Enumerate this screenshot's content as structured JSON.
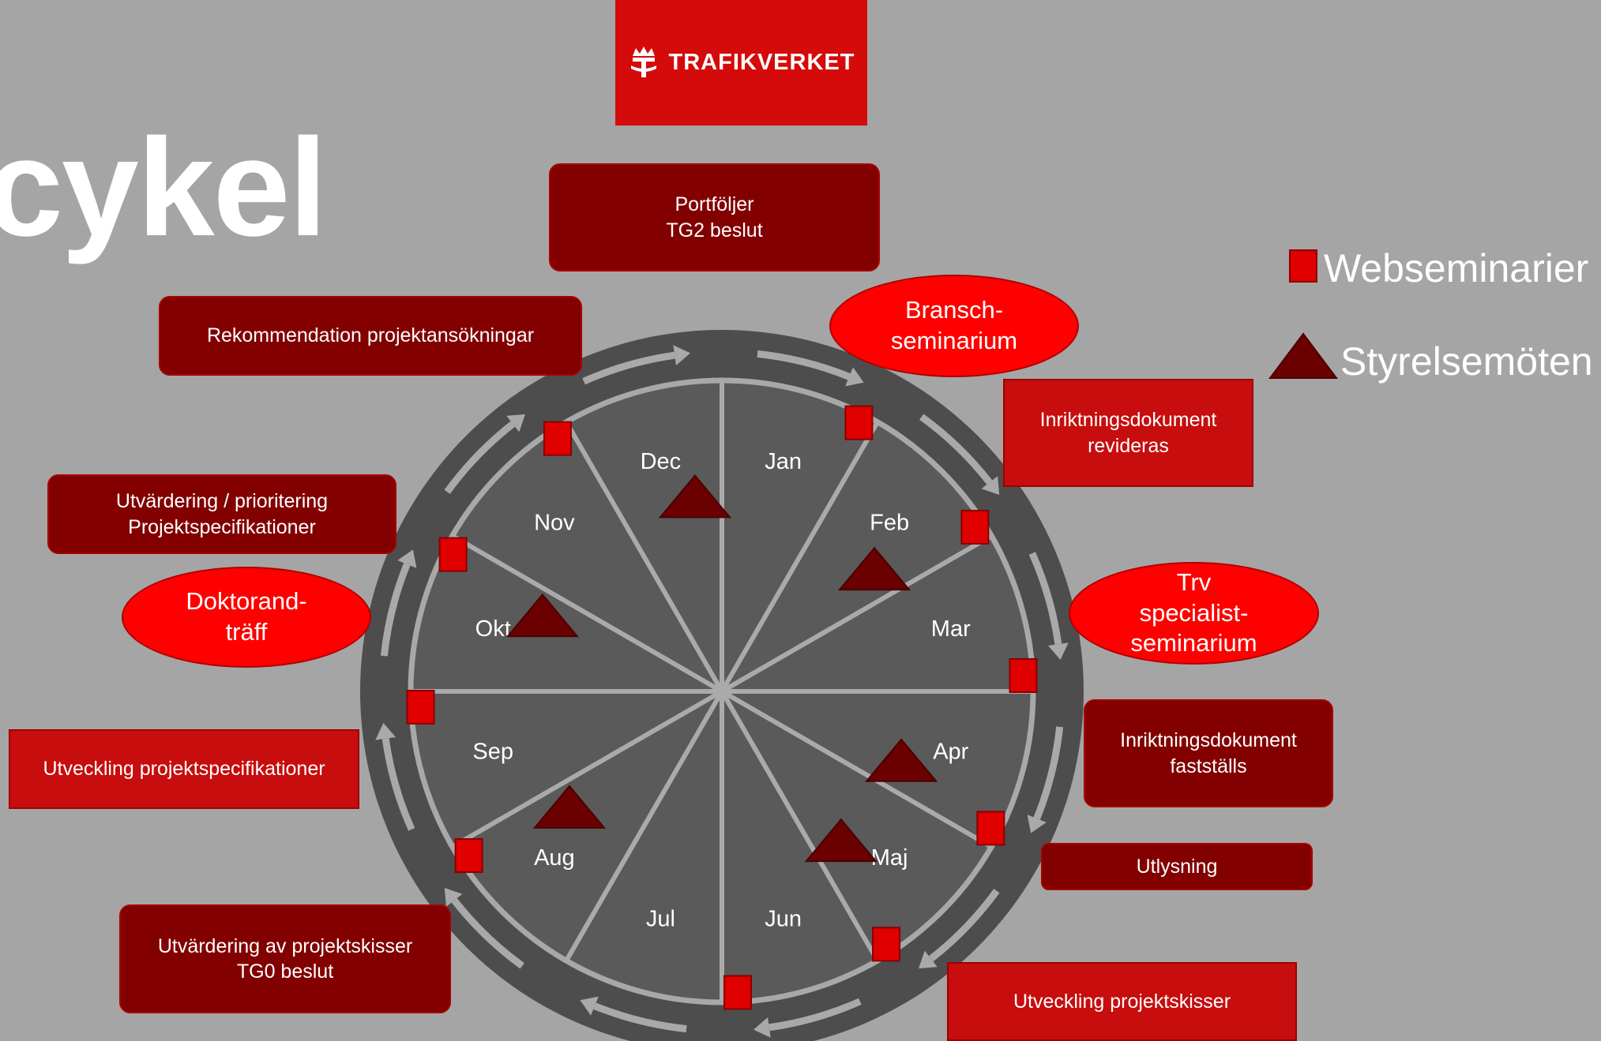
{
  "title": "cykel",
  "logo": {
    "text": "TRAFIKVERKET",
    "icon": "crown-emblem-icon"
  },
  "legend": [
    {
      "label": "Webseminarier",
      "icon": "red-square-icon"
    },
    {
      "label": "Styrelsemöten",
      "icon": "dark-red-triangle-icon"
    }
  ],
  "wheel": {
    "months": [
      "Jan",
      "Feb",
      "Mar",
      "Apr",
      "Maj",
      "Jun",
      "Jul",
      "Aug",
      "Sep",
      "Okt",
      "Nov",
      "Dec"
    ],
    "webinar_months": [
      "Jan",
      "Feb",
      "Mar",
      "Apr",
      "Maj",
      "Jun",
      "Aug",
      "Sep",
      "Okt",
      "Nov"
    ],
    "board_meeting_months": [
      "Dec",
      "Feb",
      "Apr",
      "Maj",
      "Aug",
      "Okt"
    ]
  },
  "boxes": {
    "portfoljer": "Portföljer\nTG2 beslut",
    "rekommendation": "Rekommendation projektansökningar",
    "utvardering_prio": "Utvärdering / prioritering\nProjektspecifikationer",
    "utveckling_spec": "Utveckling projektspecifikationer",
    "utvardering_skisser": "Utvärdering av projektskisser\nTG0 beslut",
    "inriktning_revideras": "Inriktningsdokument\nrevideras",
    "inriktning_faststalls": "Inriktningsdokument\nfastställs",
    "utlysning": "Utlysning",
    "utveckling_skisser": "Utveckling projektskisser"
  },
  "ovals": {
    "bransch": "Bransch-\nseminarium",
    "doktorand": "Doktorand-\nträff",
    "trv": "Trv\nspecialist-\nseminarium"
  },
  "colors": {
    "background": "#a5a5a5",
    "wheel_outer": "#4d4d4d",
    "wheel_inner": "#5a5a5a",
    "spokes": "#aaaaaa",
    "dark_box": "#820000",
    "bright_box": "#c70d0d",
    "oval": "#ff0000",
    "square": "#e00000",
    "triangle": "#6b0000"
  }
}
